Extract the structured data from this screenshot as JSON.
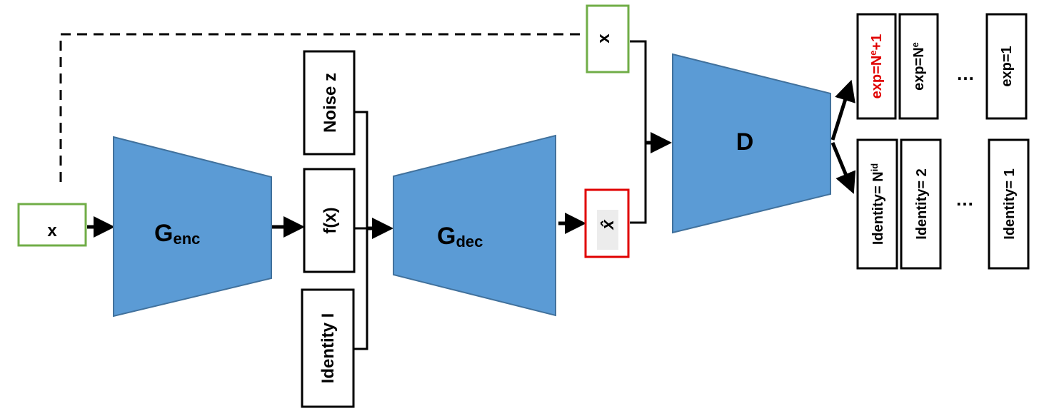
{
  "input_x": "x",
  "encoder": {
    "main": "G",
    "sub": "enc"
  },
  "decoder": {
    "main": "G",
    "sub": "dec"
  },
  "discriminator": "D",
  "noise": "Noise z",
  "feature": "f(x)",
  "identity": "Identity I",
  "real_x": "x",
  "generated": "x̂",
  "exp_outputs": [
    {
      "base": "exp=N",
      "sup": "e",
      "tail": "+1",
      "highlight": true
    },
    {
      "base": "exp=N",
      "sup": "e",
      "tail": "",
      "highlight": false
    },
    {
      "base": "exp=1",
      "sup": "",
      "tail": "",
      "highlight": false
    }
  ],
  "identity_outputs": [
    {
      "base": "Identity= N",
      "sup": "id"
    },
    {
      "base": "Identity= 2",
      "sup": ""
    },
    {
      "base": "Identity= 1",
      "sup": ""
    }
  ],
  "ellipsis": "…",
  "colors": {
    "blue_block": "#5b9bd5",
    "input_border": "#70ad47",
    "generated_border": "#e00000",
    "highlight_text": "#e00000"
  }
}
